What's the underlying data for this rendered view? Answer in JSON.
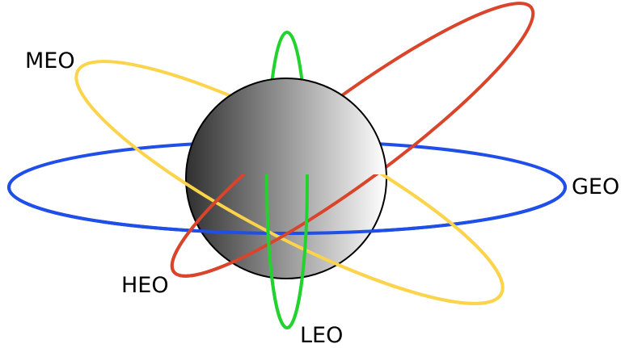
{
  "diagram": {
    "planet": {
      "gradient_dark": "#303030",
      "gradient_light": "#ffffff",
      "outline": "#000000"
    },
    "orbits": [
      {
        "id": "geo",
        "label": "GEO",
        "color": "#1f4fe8"
      },
      {
        "id": "meo",
        "label": "MEO",
        "color": "#fcd44b"
      },
      {
        "id": "heo",
        "label": "HEO",
        "color": "#d9442b"
      },
      {
        "id": "leo",
        "label": "LEO",
        "color": "#22d32e"
      }
    ]
  }
}
